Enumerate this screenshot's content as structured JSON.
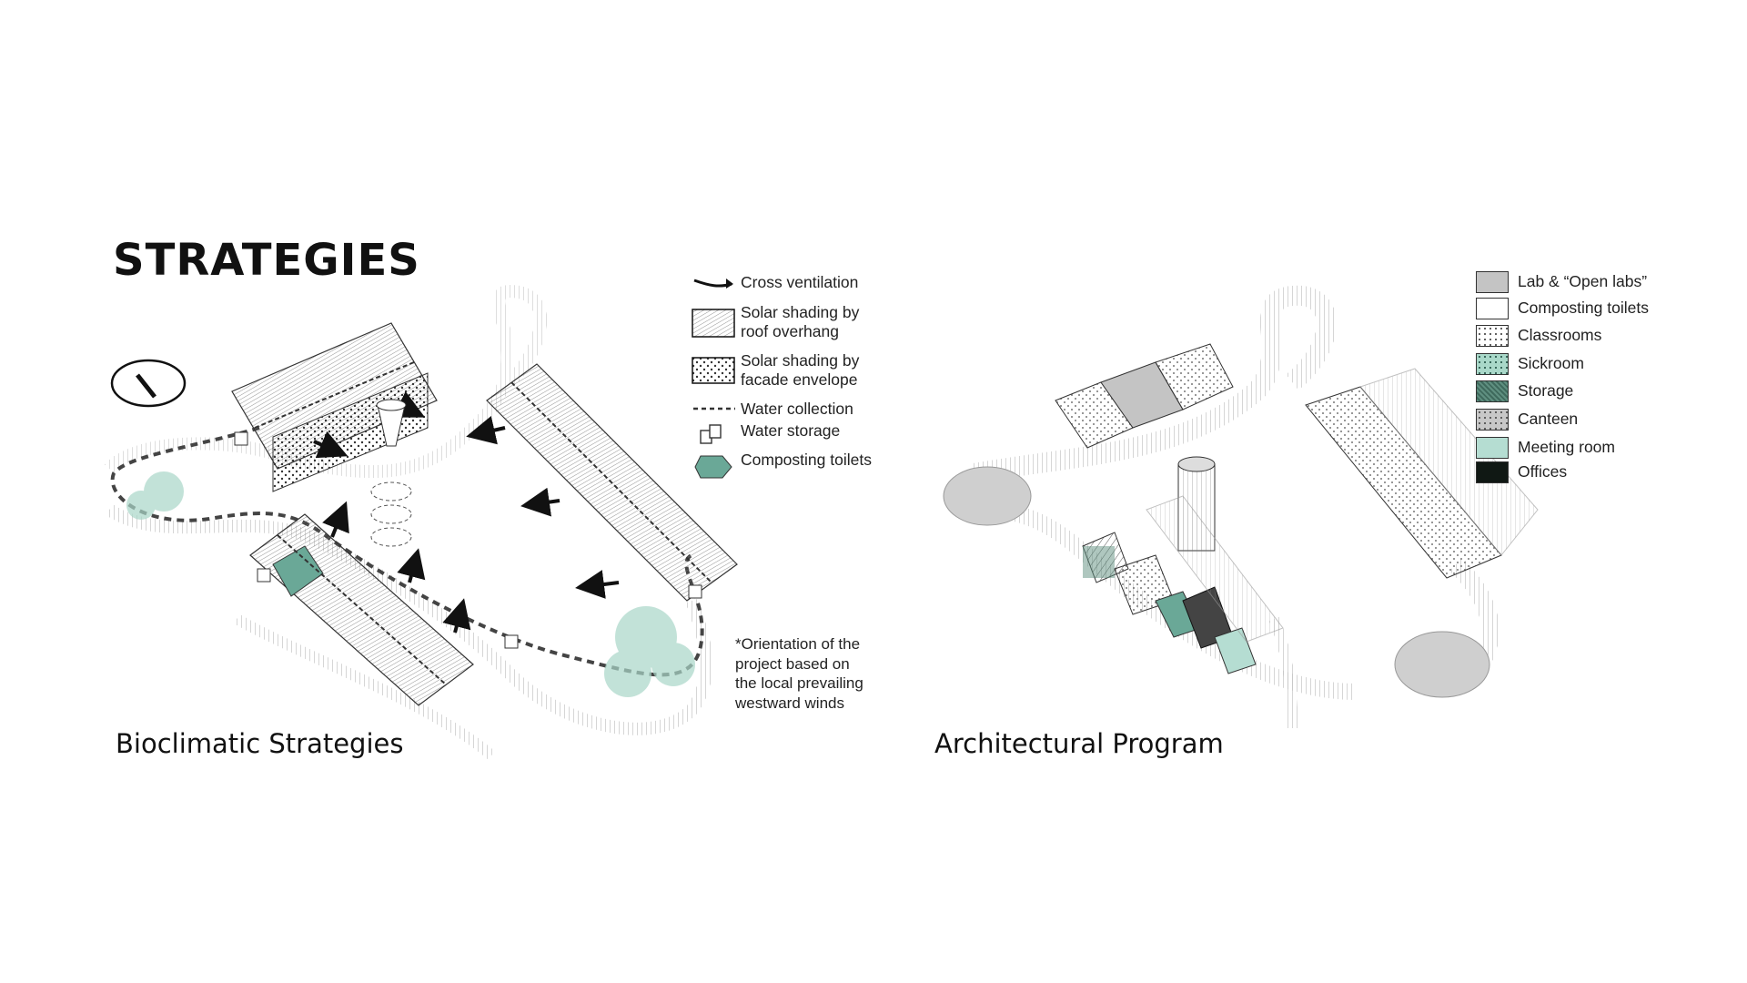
{
  "title": "STRATEGIES",
  "bioclimatic": {
    "caption": "Bioclimatic Strategies",
    "note": "*Orientation of the\nproject based on\nthe local prevailing\nwestward winds",
    "legend": [
      {
        "key": "cross-ventilation",
        "label": "Cross ventilation"
      },
      {
        "key": "roof-overhang",
        "label": "Solar shading by\nroof overhang"
      },
      {
        "key": "facade-envelope",
        "label": "Solar shading by\nfacade envelope"
      },
      {
        "key": "water-collection",
        "label": "Water collection"
      },
      {
        "key": "water-storage",
        "label": "Water storage"
      },
      {
        "key": "composting-toilets",
        "label": "Composting toilets"
      }
    ]
  },
  "program": {
    "caption": "Architectural Program",
    "legend": [
      {
        "label": "Lab & “Open labs”",
        "color": "#c4c4c4",
        "pattern": "solid"
      },
      {
        "label": "Composting toilets",
        "color": "#ffffff",
        "pattern": "solid"
      },
      {
        "label": "Classrooms",
        "color": "#ffffff",
        "pattern": "dots"
      },
      {
        "label": "Sickroom",
        "color": "#a9d8c9",
        "pattern": "dots"
      },
      {
        "label": "Storage",
        "color": "#5f8f80",
        "pattern": "hatch"
      },
      {
        "label": "Canteen",
        "color": "#c8c8c8",
        "pattern": "dots"
      },
      {
        "label": "Meeting room",
        "color": "#b5ddd2",
        "pattern": "solid"
      },
      {
        "label": "Offices",
        "color": "#101814",
        "pattern": "solid"
      }
    ]
  },
  "colors": {
    "accent": "#6aa897",
    "dark": "#111111",
    "grey": "#bdbdbd"
  }
}
